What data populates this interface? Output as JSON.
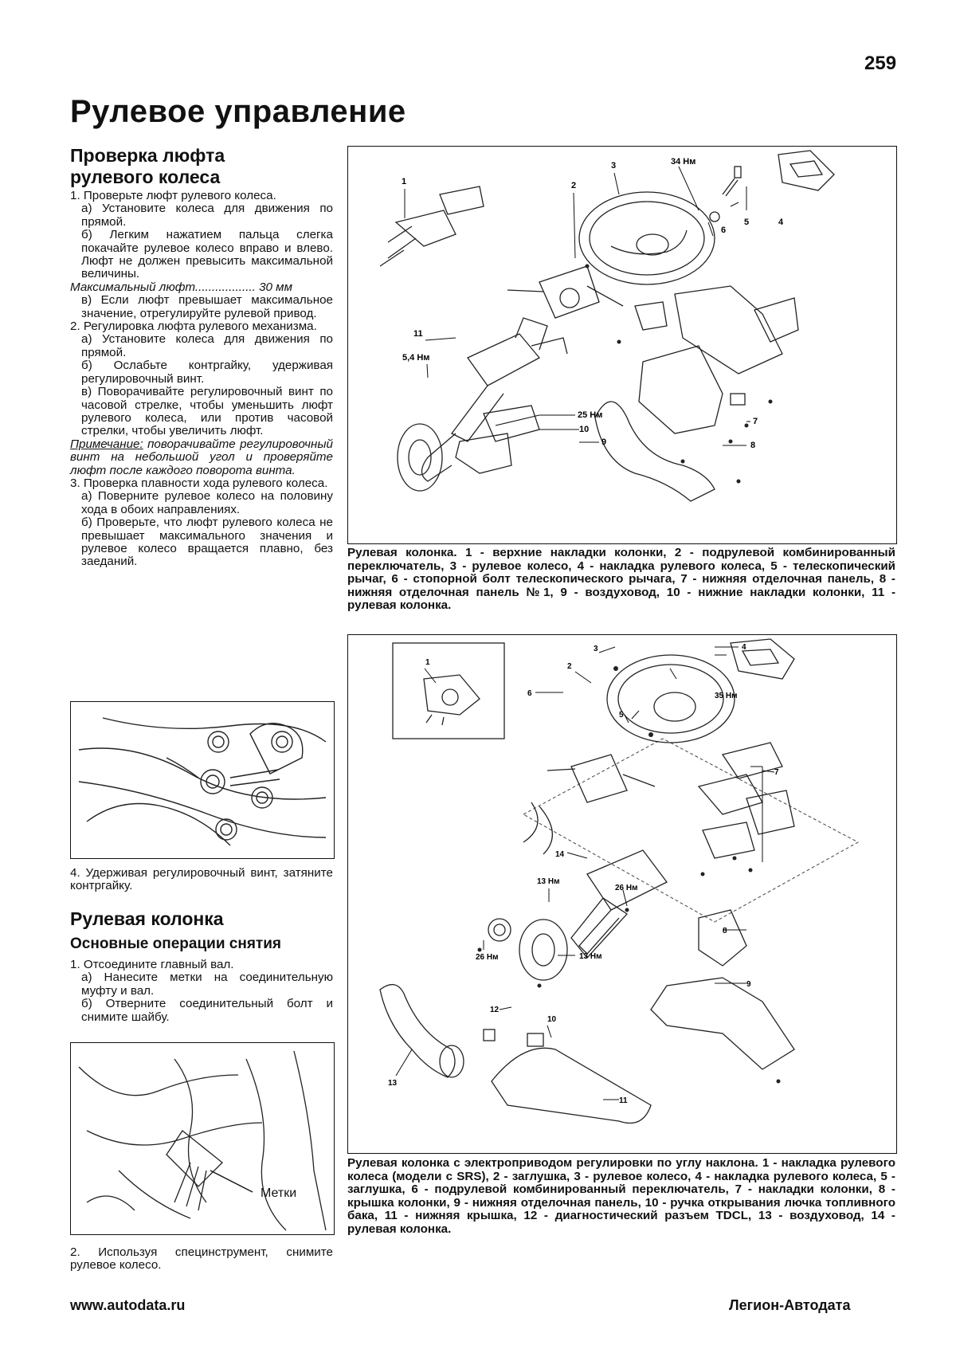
{
  "page_number": "259",
  "title": "Рулевое управление",
  "section1": {
    "title": "Проверка люфта рулевого колеса",
    "paragraphs": [
      "1. Проверьте люфт рулевого колеса.",
      "а) Установите колеса для движения по прямой.",
      "б) Легким нажатием пальца слегка покачайте рулевое колесо вправо и влево. Люфт не должен превысить максимальной величины.",
      "Максимальный люфт.................. 30 мм",
      "в) Если люфт превышает максимальное значение, отрегулируйте рулевой привод.",
      "2. Регулировка люфта рулевого механизма.",
      "а) Установите колеса для движения по прямой.",
      "б) Ослабьте контргайку, удерживая регулировочный винт.",
      "в) Поворачивайте регулировочный винт по часовой стрелке, чтобы уменьшить люфт рулевого колеса, или против часовой стрелки, чтобы увеличить люфт."
    ],
    "note_label": "Примечание:",
    "note_text": " поворачивайте регулировочный винт на небольшой угол и проверяйте люфт после каждого поворота винта.",
    "paragraphs2": [
      "3. Проверка плавности хода рулевого колеса.",
      "а) Поверните рулевое колесо на половину хода в обоих направлениях.",
      "б) Проверьте, что люфт рулевого колеса не превышает максимального значения и рулевое колесо вращается плавно, без заеданий."
    ],
    "after_figure": "4. Удерживая регулировочный винт, затяните контргайку."
  },
  "section2": {
    "title": "Рулевая колонка",
    "subtitle": "Основные операции снятия",
    "paragraphs": [
      "1. Отсоедините главный вал.",
      "а) Нанесите метки на соединительную муфту и вал.",
      "б) Отверните соединительный болт и снимите шайбу."
    ],
    "figure_label": "Метки",
    "after_figure": "2. Используя специнструмент, снимите рулевое колесо."
  },
  "figure1": {
    "labels": {
      "n1": "1",
      "n2": "2",
      "n3": "3",
      "n4": "4",
      "n5": "5",
      "n6": "6",
      "n7": "7",
      "n8": "8",
      "n9": "9",
      "n10": "10",
      "n11": "11",
      "t34": "34 Нм",
      "t54": "5,4 Нм",
      "t25": "25 Нм"
    },
    "caption": "Рулевая колонка. 1 - верхние накладки колонки, 2 - подрулевой комбинированный переключатель, 3 - рулевое колесо, 4 - накладка рулевого колеса, 5 - телескопический рычаг, 6 - стопорной болт телескопического рычага, 7 - нижняя отделочная панель, 8 - нижняя отделочная панель №1, 9 - воздуховод, 10 - нижние накладки колонки, 11 - рулевая колонка."
  },
  "figure2": {
    "labels": {
      "n1": "1",
      "n2": "2",
      "n3": "3",
      "n4": "4",
      "n5": "5",
      "n6": "6",
      "n7": "7",
      "n8": "8",
      "n9": "9",
      "n10": "10",
      "n11": "11",
      "n12": "12",
      "n13": "13",
      "n14": "14",
      "t35": "35 Нм",
      "t13a": "13 Нм",
      "t13b": "13 Нм",
      "t26a": "26 Нм",
      "t26b": "26 Нм"
    },
    "caption": "Рулевая колонка с электроприводом регулировки по углу наклона. 1 - накладка рулевого колеса (модели с SRS), 2 - заглушка, 3 - рулевое колесо, 4 - накладка рулевого колеса, 5 - заглушка, 6 - подрулевой комбинированный переключатель, 7 - накладки колонки, 8 - крышка колонки, 9 - нижняя отделочная панель, 10 - ручка открывания лючка топливного бака, 11 - нижняя крышка, 12 - диагностический разъем TDCL, 13 - воздуховод, 14 - рулевая колонка."
  },
  "footer": {
    "left": "www.autodata.ru",
    "right": "Легион-Автодата"
  }
}
